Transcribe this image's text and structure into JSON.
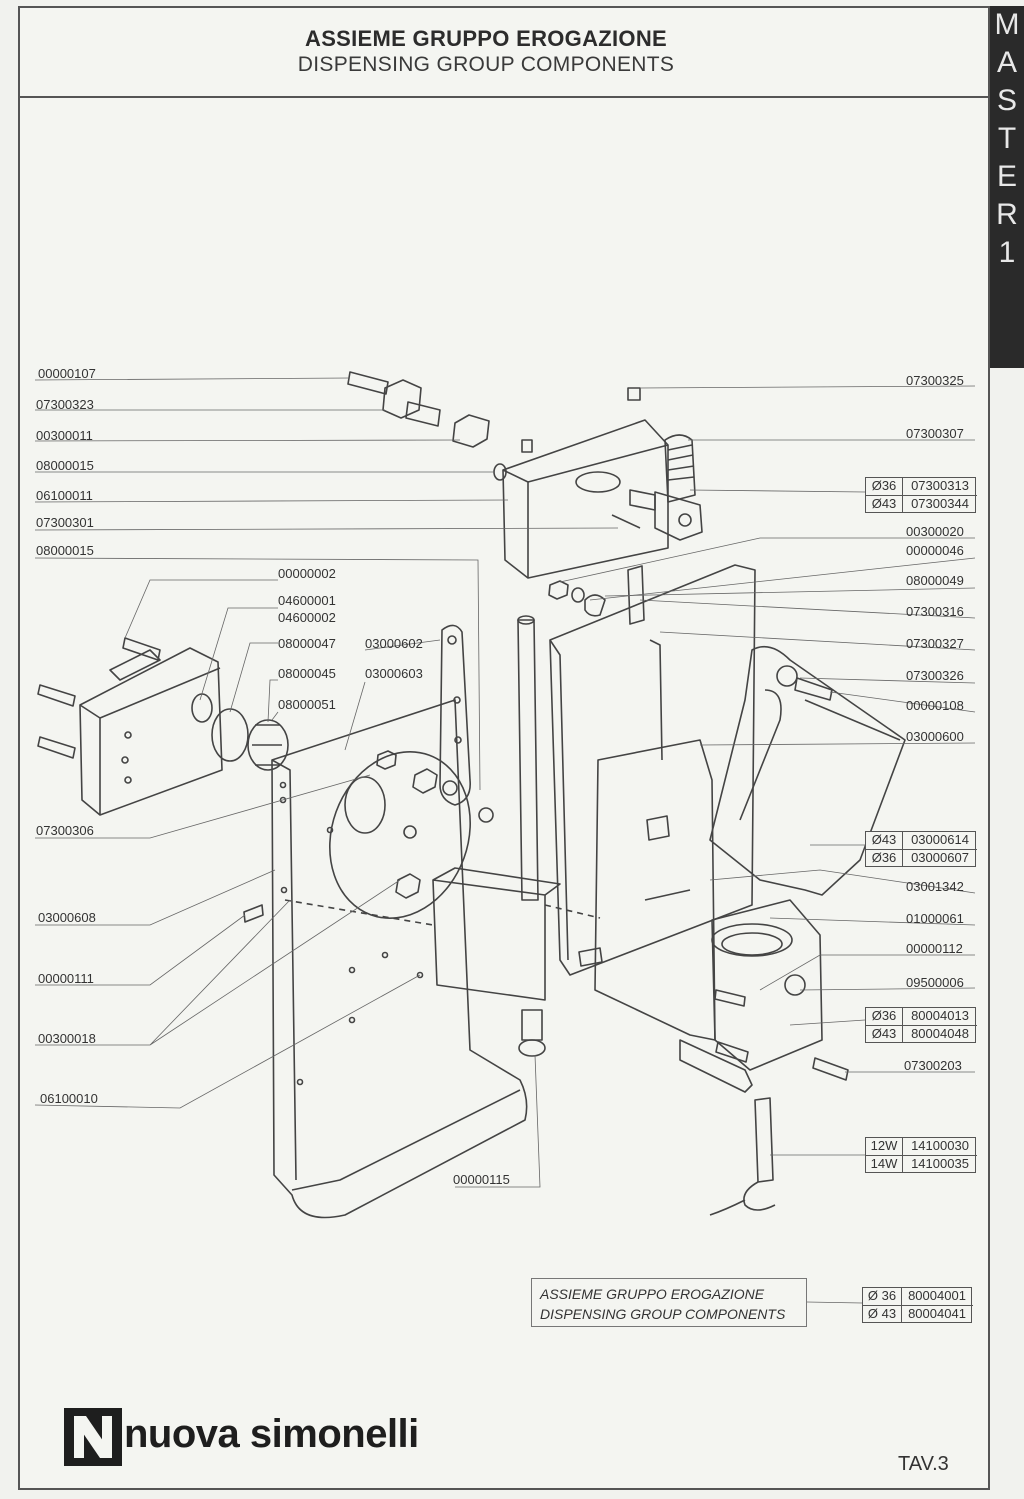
{
  "header": {
    "title_it": "ASSIEME GRUPPO EROGAZIONE",
    "title_en": "DISPENSING GROUP COMPONENTS"
  },
  "side_tab": [
    "M",
    "A",
    "S",
    "T",
    "E",
    "R",
    "1"
  ],
  "left_labels": [
    "00000107",
    "07300323",
    "00300011",
    "08000015",
    "06100011",
    "07300301",
    "08000015",
    "00000002",
    "04600001",
    "04600002",
    "08000047",
    "03000602",
    "08000045",
    "03000603",
    "08000051",
    "07300306",
    "03000608",
    "00000111",
    "00300018",
    "06100010",
    "00000115"
  ],
  "right_labels": [
    "07300325",
    "07300307",
    "00300020",
    "00000046",
    "08000049",
    "07300316",
    "07300327",
    "07300326",
    "00000108",
    "03000600",
    "03001342",
    "01000061",
    "00000112",
    "09500006",
    "07300203"
  ],
  "variant_boxes": [
    {
      "rows": [
        [
          "Ø36",
          "07300313"
        ],
        [
          "Ø43",
          "07300344"
        ]
      ]
    },
    {
      "rows": [
        [
          "Ø43",
          "03000614"
        ],
        [
          "Ø36",
          "03000607"
        ]
      ]
    },
    {
      "rows": [
        [
          "Ø36",
          "80004013"
        ],
        [
          "Ø43",
          "80004048"
        ]
      ]
    },
    {
      "rows": [
        [
          "12W",
          "14100030"
        ],
        [
          "14W",
          "14100035"
        ]
      ]
    },
    {
      "rows": [
        [
          "Ø 36",
          "80004001"
        ],
        [
          "Ø 43",
          "80004041"
        ]
      ]
    }
  ],
  "assembly_box": {
    "line1": "ASSIEME GRUPPO EROGAZIONE",
    "line2": "DISPENSING GROUP COMPONENTS"
  },
  "footer": {
    "brand": "nuova simonelli",
    "sheet": "TAV.3"
  }
}
